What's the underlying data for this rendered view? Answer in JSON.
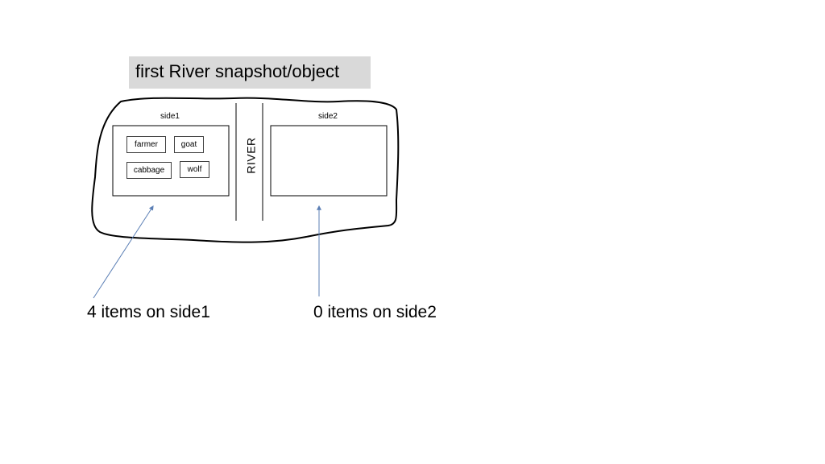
{
  "title": "first River snapshot/object",
  "side1": {
    "label": "side1",
    "items": [
      "farmer",
      "goat",
      "cabbage",
      "wolf"
    ]
  },
  "side2": {
    "label": "side2",
    "items": []
  },
  "river": {
    "label": "RIVER"
  },
  "captions": {
    "side1": "4 items on side1",
    "side2": "0 items on side2"
  },
  "colors": {
    "title_background": "#d9d9d9",
    "outline": "#000000",
    "arrow": "#5b7fb5",
    "box_border": "#404040"
  }
}
